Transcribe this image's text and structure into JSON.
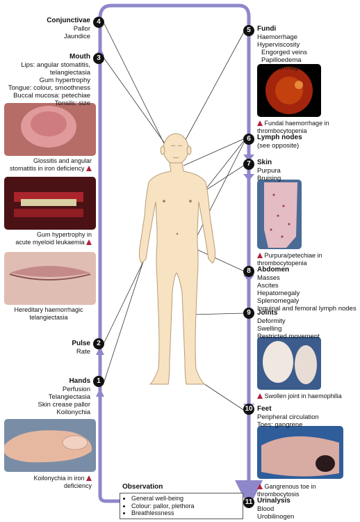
{
  "colors": {
    "arrow": "#8e87c9",
    "skin": "#f7e3c1",
    "skin_outline": "#b89a76",
    "marker": "#b0213a"
  },
  "left": [
    {
      "num": "4",
      "title": "Conjunctivae",
      "lines": [
        "Pallor",
        "Jaundice"
      ]
    },
    {
      "num": "3",
      "title": "Mouth",
      "lines": [
        "Lips: angular stomatitis,",
        "telangiectasia",
        "Gum hypertrophy",
        "Tongue: colour, smoothness",
        "Buccal mucosa: petechiae",
        "Tonsils: size"
      ]
    },
    {
      "num": "2",
      "title": "Pulse",
      "lines": [
        "Rate"
      ]
    },
    {
      "num": "1",
      "title": "Hands",
      "lines": [
        "Perfusion",
        "Telangiectasia",
        "Skin crease pallor",
        "Koilonychia"
      ]
    }
  ],
  "right": [
    {
      "num": "5",
      "title": "Fundi",
      "lines": [
        "Haemorrhage",
        "Hyperviscosity",
        "Engorged veins",
        "Papilloedema",
        "Haemorrhage"
      ]
    },
    {
      "num": "6",
      "title": "Lymph nodes",
      "lines": [
        "(see opposite)"
      ]
    },
    {
      "num": "7",
      "title": "Skin",
      "lines": [
        "Purpura",
        "Bruising"
      ]
    },
    {
      "num": "8",
      "title": "Abdomen",
      "lines": [
        "Masses",
        "Ascites",
        "Hepatomegaly",
        "Splenomegaly",
        "Inguinal and femoral lymph nodes"
      ]
    },
    {
      "num": "9",
      "title": "Joints",
      "lines": [
        "Deformity",
        "Swelling",
        "Restricted movement"
      ]
    },
    {
      "num": "10",
      "title": "Feet",
      "lines": [
        "Peripheral circulation",
        "Toes: gangrene"
      ]
    },
    {
      "num": "11",
      "title": "Urinalysis",
      "lines": [
        "Blood",
        "Urobilinogen"
      ]
    }
  ],
  "captions": {
    "tongue": [
      "Glossitis and angular",
      "stomatitis in iron deficiency"
    ],
    "gum": [
      "Gum hypertrophy in",
      "acute myeloid leukaemia"
    ],
    "lips": [
      "Hereditary haemorrhagic",
      "telangiectasia"
    ],
    "nail": [
      "Koilonychia in iron",
      "deficiency"
    ],
    "fundus": [
      "Fundal haemorrhage in",
      "thrombocytopenia"
    ],
    "leg": [
      "Purpura/petechiae in",
      "thrombocytopenia"
    ],
    "knee": [
      "Swollen joint in haemophilia"
    ],
    "toe": [
      "Gangrenous toe in",
      "thrombocytosis"
    ]
  },
  "observation": {
    "title": "Observation",
    "items": [
      "General well-being",
      "Colour: pallor, plethora",
      "Breathlessness"
    ]
  }
}
